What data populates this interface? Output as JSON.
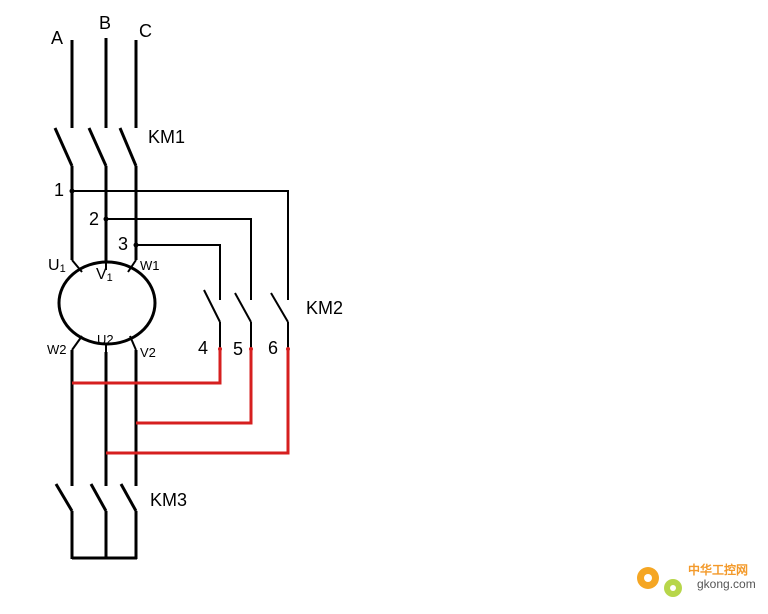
{
  "phases": {
    "a": "A",
    "b": "B",
    "c": "C"
  },
  "contactors": {
    "km1": "KM1",
    "km2": "KM2",
    "km3": "KM3"
  },
  "nodes": {
    "n1": "1",
    "n2": "2",
    "n3": "3",
    "n4": "4",
    "n5": "5",
    "n6": "6"
  },
  "motor_terminals": {
    "u1": "U",
    "u1_sub": "1",
    "v1": "V",
    "v1_sub": "1",
    "w1": "W1",
    "w2": "W2",
    "u2": "U2",
    "v2": "V2"
  },
  "watermark": {
    "cn": "中华工控网",
    "en": "gkong.com"
  },
  "colors": {
    "wire": "#000000",
    "star_link": "#d61f1f",
    "watermark": "#f39a2b"
  }
}
